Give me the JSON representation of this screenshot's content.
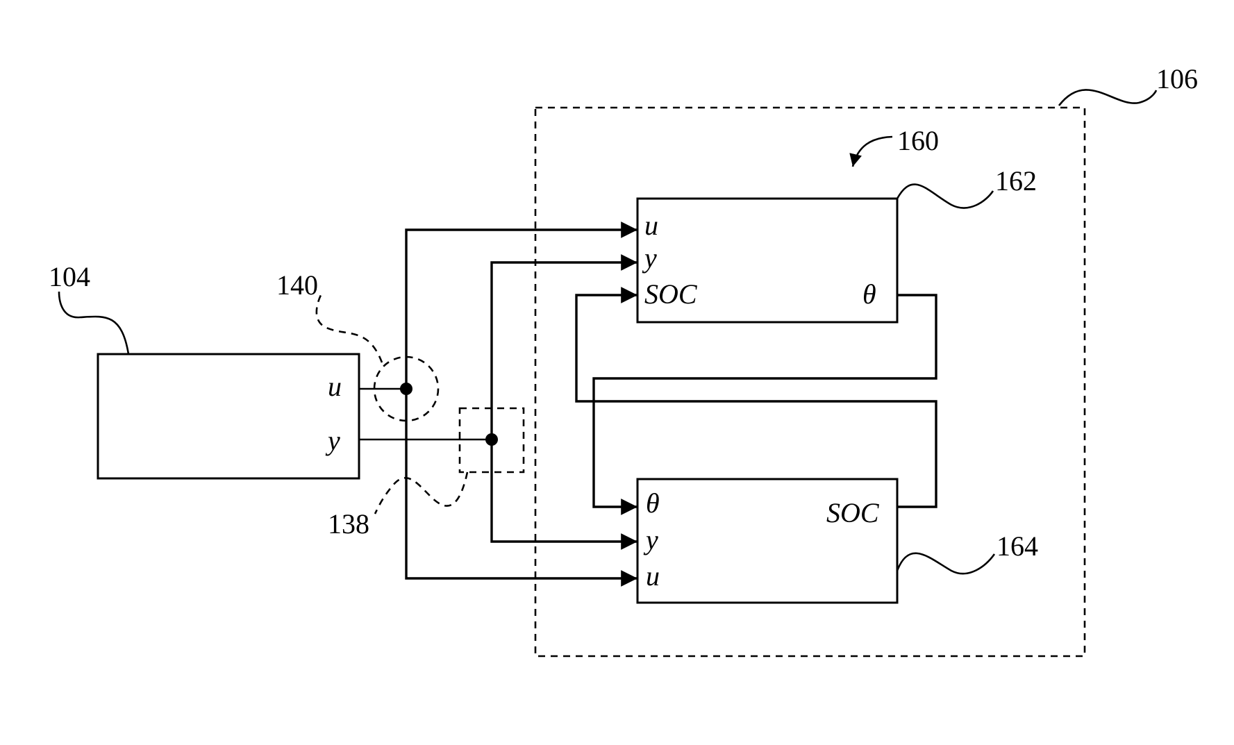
{
  "refs": {
    "plant": "104",
    "estimator_system": "106",
    "sensor_point_138": "138",
    "sensor_point_140": "140",
    "estimator_loop": "160",
    "first_estimator": "162",
    "second_estimator": "164"
  },
  "plant_ports": {
    "u": "u",
    "y": "y"
  },
  "first_estimator_ports": {
    "u": "u",
    "y": "y",
    "soc": "SOC",
    "theta": "θ"
  },
  "second_estimator_ports": {
    "theta": "θ",
    "y": "y",
    "u": "u",
    "soc": "SOC"
  }
}
